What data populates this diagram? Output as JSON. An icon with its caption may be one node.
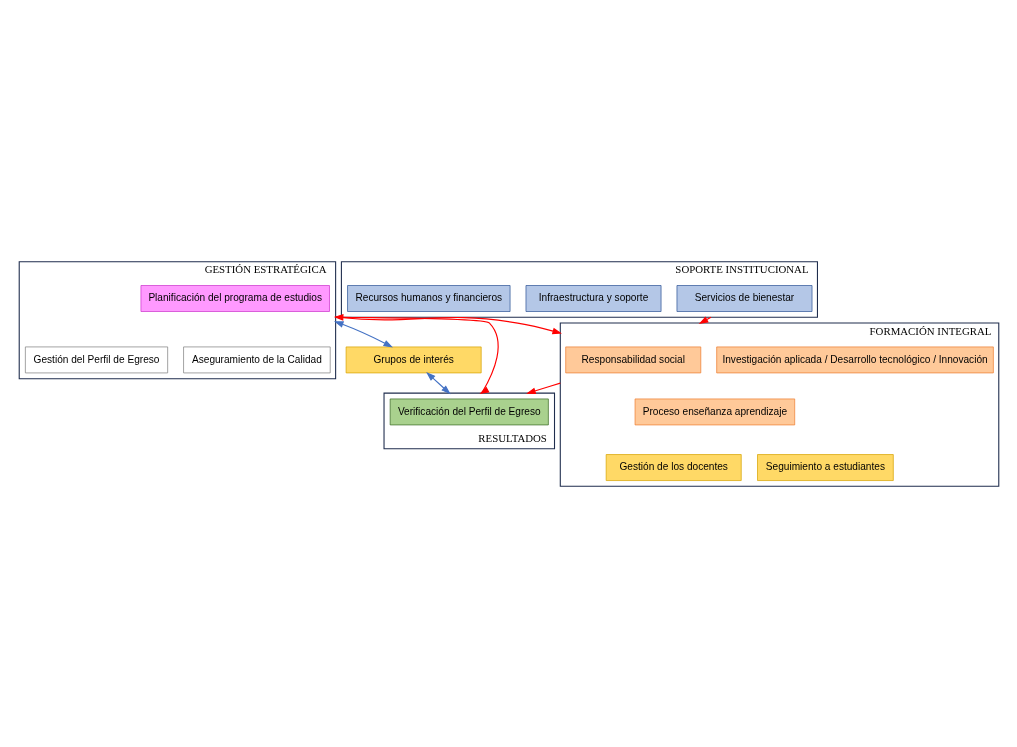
{
  "diagram": {
    "nodes": [
      {
        "text": [
          "GESTIÓN ESTRATÉGICA"
        ]
      },
      {
        "text": [
          "Planificación del programa de estudios"
        ],
        "in": 0
      },
      {
        "text": [
          "Gestión del Perfil de Egreso"
        ],
        "in": 0
      },
      {
        "text": [
          "Aseguramiento de la Calidad"
        ],
        "in": 0
      },
      {
        "text": [
          "Grupos de interés"
        ]
      },
      {
        "text": [
          "FORMACIÓN INTEGRAL"
        ]
      },
      {
        "text": [
          "Responsabilidad social"
        ],
        "in": 5
      },
      {
        "text": [
          "Investigación aplicada / Desarrollo tecnológico / Innovación"
        ],
        "in": 5
      },
      {
        "text": [
          "Proceso enseñanza aprendizaje"
        ],
        "in": 5
      },
      {
        "text": [
          "Gestión de los docentes"
        ],
        "in": 5
      },
      {
        "text": [
          "Seguimiento a estudiantes"
        ],
        "in": 5
      },
      {
        "text": [
          "RESULTADOS"
        ]
      },
      {
        "text": [
          "Verificación del Perfil de Egreso"
        ],
        "in": 11
      },
      {
        "text": [
          "SOPORTE INSTITUCIONAL"
        ]
      },
      {
        "text": [
          "Servicios de bienestar"
        ],
        "in": 13
      },
      {
        "text": [
          "Infraestructura y soporte"
        ],
        "in": 13
      },
      {
        "text": [
          "Recursos humanos y financieros"
        ],
        "in": 13
      }
    ],
    "edges": [
      {
        "from": 0,
        "to": 5,
        "arrow": "to"
      },
      {
        "from": 0,
        "to": 4,
        "arrow": "both",
        "color": "#4472c4"
      },
      {
        "from": 0,
        "to": 11,
        "arrow": "both"
      },
      {
        "from": 4,
        "to": 11,
        "arrow": "both",
        "color": "#4472c4"
      },
      {
        "from": 5,
        "to": 11,
        "arrow": "to"
      },
      {
        "from": 13,
        "to": 5,
        "arrow": "to"
      }
    ]
  }
}
